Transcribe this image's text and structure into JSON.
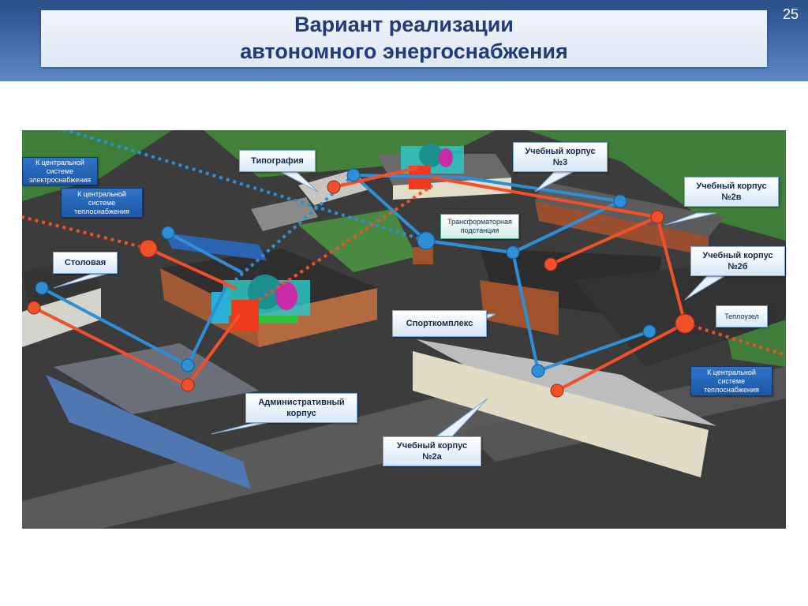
{
  "header": {
    "title_line1": "Вариант реализации",
    "title_line2": "автономного энергоснабжения",
    "page_number": "25"
  },
  "labels": {
    "tipografiya": "Типография",
    "korpus3": "Учебный корпус №3",
    "korpus2v": "Учебный корпус №2в",
    "korpus2b": "Учебный корпус №2б",
    "stolovaya": "Столовая",
    "transformator": "Трансформаторная подстанция",
    "sportkompleks": "Спорткомплекс",
    "teplouzel": "Теплоузел",
    "admin": "Административный корпус",
    "korpus2a": "Учебный корпус №2а",
    "central_electro": "К центральной системе электроснабжения",
    "central_teplo_left": "К центральной системе теплоснабжения",
    "central_teplo_right": "К центральной системе теплоснабжения"
  },
  "colors": {
    "electric_line": "#2f8fd6",
    "heat_line": "#f0502a",
    "grass": "#3f7d3a",
    "ground": "#3c3c3c"
  }
}
